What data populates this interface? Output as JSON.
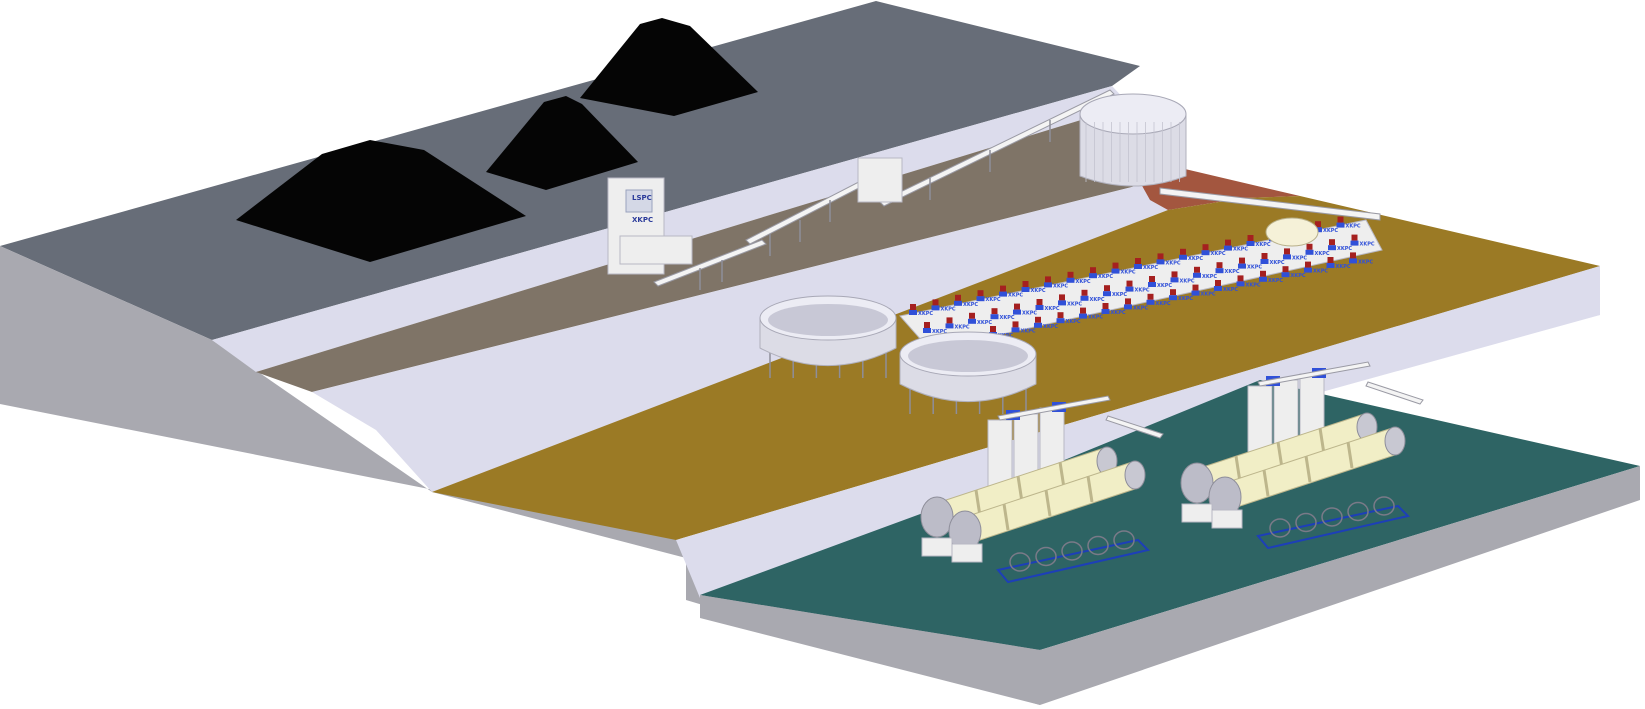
{
  "scene": {
    "colors": {
      "background": "#ffffff",
      "terrace_top_grey": "#676d78",
      "terrace_side_grey": "#a9a9b0",
      "terrace_face_light": "#dcdcec",
      "terrace_brown": "#7f7467",
      "terrace_rust": "#a3563f",
      "terrace_gold": "#9b7a25",
      "terrace_teal": "#2e6464",
      "stockpile_black": "#050505",
      "equipment_white": "#eeeeee",
      "tank_light": "#dcdce6",
      "kiln_cream": "#f1eec6",
      "cell_red": "#a52020",
      "cell_blue": "#3050d8",
      "rack_blue": "#1d3fb8"
    },
    "icons": [
      "stockpile-icon",
      "conveyor-icon",
      "thickener-tank-icon",
      "storage-tank-icon",
      "flotation-cell-icon",
      "rotary-kiln-icon",
      "silo-icon",
      "filter-rack-icon"
    ],
    "labels": {
      "crusher_sign": "LSPC",
      "crusher_sign_2": "XKPC",
      "cell_tag": "XKPC"
    }
  }
}
